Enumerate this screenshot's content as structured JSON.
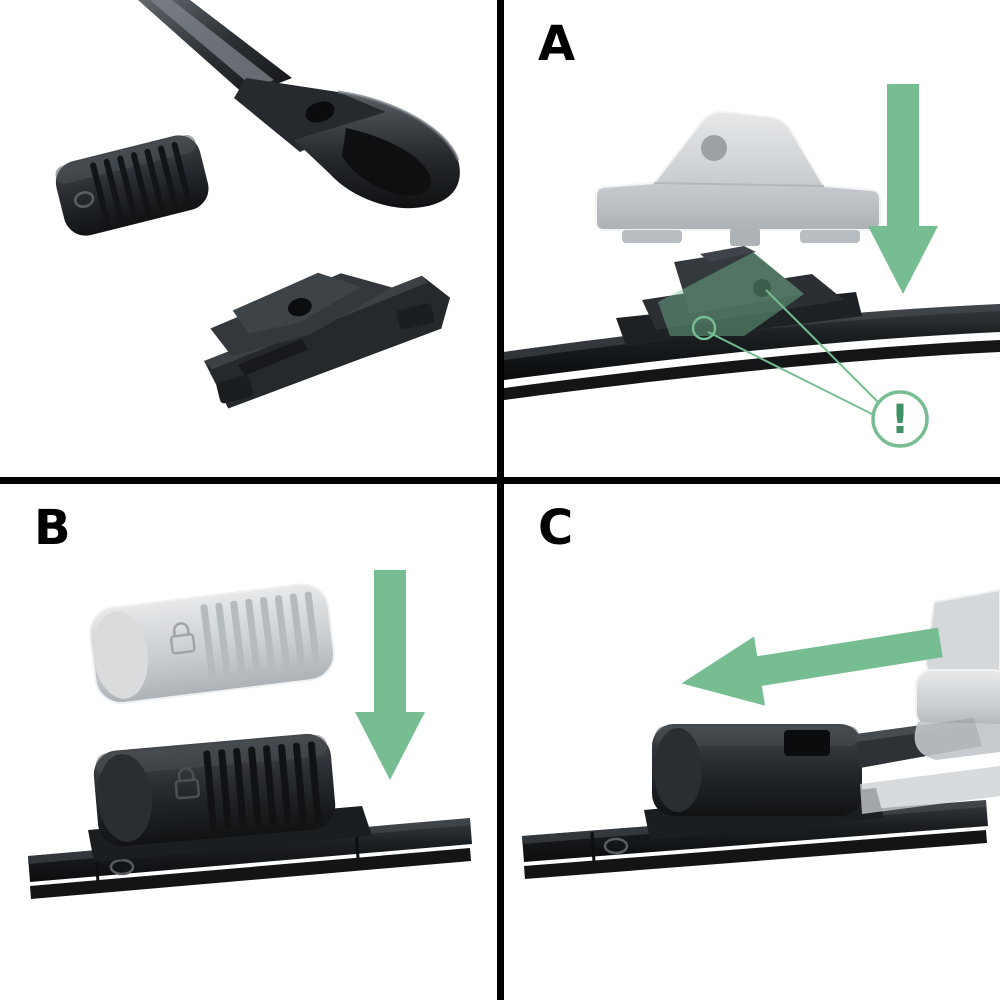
{
  "figure": {
    "title": "wiper-blade-adapter-installation-steps",
    "background": "#ffffff",
    "divider_color": "#000000",
    "accent_green": "#76bd92",
    "accent_green_dark": "#4f9e71",
    "ghost_gray": "#c8ccd0",
    "part_dark": "#232629",
    "part_mid": "#3a3e42"
  },
  "panels": [
    {
      "id": "parts-overview",
      "label": ""
    },
    {
      "id": "step-a",
      "label": "A",
      "warning_mark": "!"
    },
    {
      "id": "step-b",
      "label": "B"
    },
    {
      "id": "step-c",
      "label": "C"
    }
  ]
}
